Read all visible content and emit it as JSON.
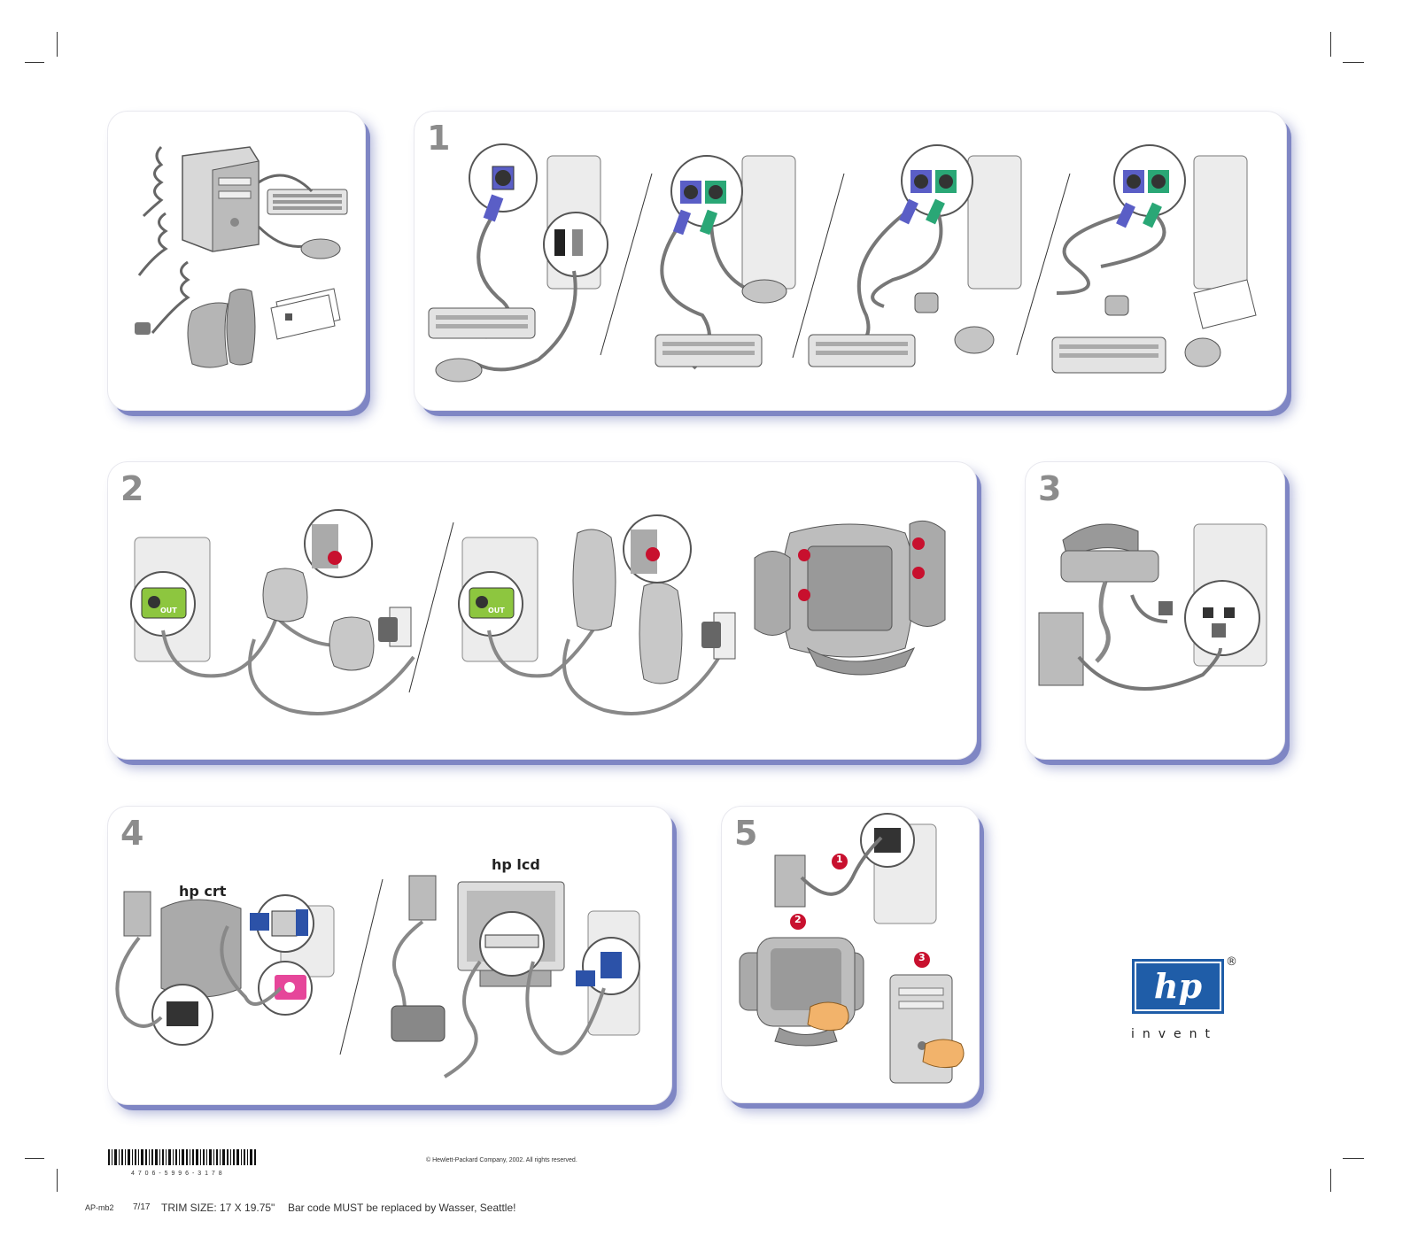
{
  "panels": {
    "p0": {
      "step": ""
    },
    "p1": {
      "step": "1"
    },
    "p2": {
      "step": "2"
    },
    "p3": {
      "step": "3"
    },
    "p4": {
      "step": "4",
      "labels": {
        "crt": "hp crt",
        "lcd": "hp lcd"
      }
    },
    "p5": {
      "step": "5",
      "badges": [
        "1",
        "2",
        "3"
      ]
    }
  },
  "ports": {
    "audio_out": "OUT"
  },
  "logo": {
    "text": "hp",
    "tagline": "invent",
    "registered": "®",
    "color": "#1f5da8"
  },
  "footer": {
    "copyright": "© Hewlett-Packard Company, 2002. All rights reserved.",
    "barcode_digits": "4 7 0 6 - 5 9 9 6 - 3 1 7 8",
    "job_code": "AP-mb2",
    "date": "7/17",
    "trim": "TRIM SIZE: 17 X 19.75\"",
    "note": "Bar code MUST be replaced by Wasser, Seattle!"
  },
  "colors": {
    "keyboard_port": "#5a5ec6",
    "mouse_port": "#2aa776",
    "audio_port": "#8dc63f",
    "vga_port": "#2c52a8",
    "mic_port": "#e6469a",
    "badge": "#c8102e"
  }
}
